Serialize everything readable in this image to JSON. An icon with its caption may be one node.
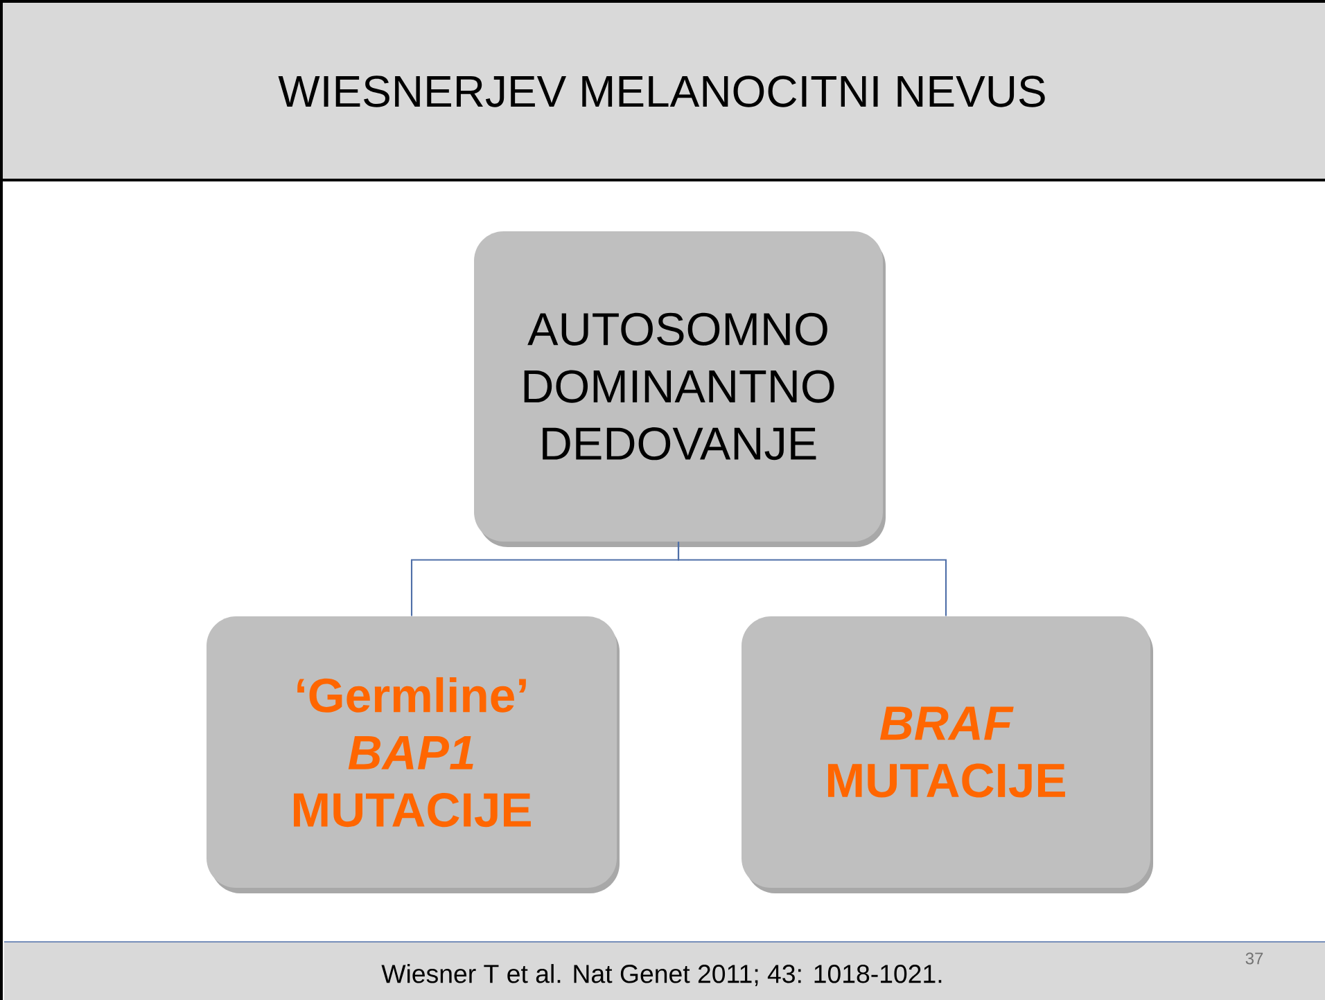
{
  "diagram": {
    "title": "WIESNERJEV MELANOCITNI NEVUS",
    "caption": "Wiesner T et al. Nat Genet 2011; 43: 1018-1021.",
    "nodes": [
      {
        "text": [
          "AUTOSOMNO DOMINANTNO DEDOVANJE"
        ]
      },
      {
        "text": [
          "‘Germline’ *BAP1* MUTACIJE"
        ]
      },
      {
        "text": [
          "*BRAF* MUTACIJE"
        ]
      }
    ],
    "edges": [
      {
        "from": 0,
        "to": 1,
        "arrow": "none"
      },
      {
        "from": 0,
        "to": 2,
        "arrow": "none"
      }
    ],
    "labels": [
      "37"
    ]
  }
}
